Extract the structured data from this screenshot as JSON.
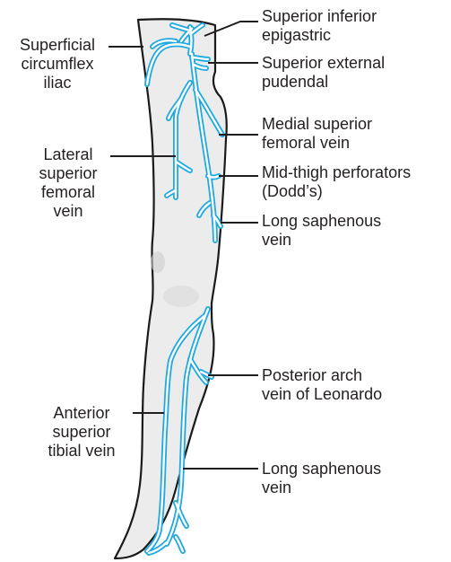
{
  "colors": {
    "leg_fill": "#ececec",
    "leg_stroke": "#1a1a1a",
    "vein_outline": "#1fa9e1",
    "vein_inner": "#ffffff",
    "leader": "#231f20",
    "text": "#231f20"
  },
  "labels": {
    "superficial_circumflex_iliac": [
      "Superficial",
      "circumflex",
      "iliac"
    ],
    "lateral_superior_femoral_vein": [
      "Lateral",
      "superior",
      "femoral",
      "vein"
    ],
    "anterior_superior_tibial_vein": [
      "Anterior",
      "superior",
      "tibial vein"
    ],
    "superior_inferior_epigastric": [
      "Superior inferior",
      "epigastric"
    ],
    "superior_external_pudendal": [
      "Superior external",
      "pudendal"
    ],
    "medial_superior_femoral_vein": [
      "Medial superior",
      "femoral vein"
    ],
    "mid_thigh_perforators": [
      "Mid-thigh perforators",
      "(Dodd’s)"
    ],
    "long_saphenous_vein_thigh": [
      "Long saphenous",
      "vein"
    ],
    "posterior_arch_vein": [
      "Posterior arch",
      "vein of Leonardo"
    ],
    "long_saphenous_vein_leg": [
      "Long saphenous",
      "vein"
    ]
  }
}
